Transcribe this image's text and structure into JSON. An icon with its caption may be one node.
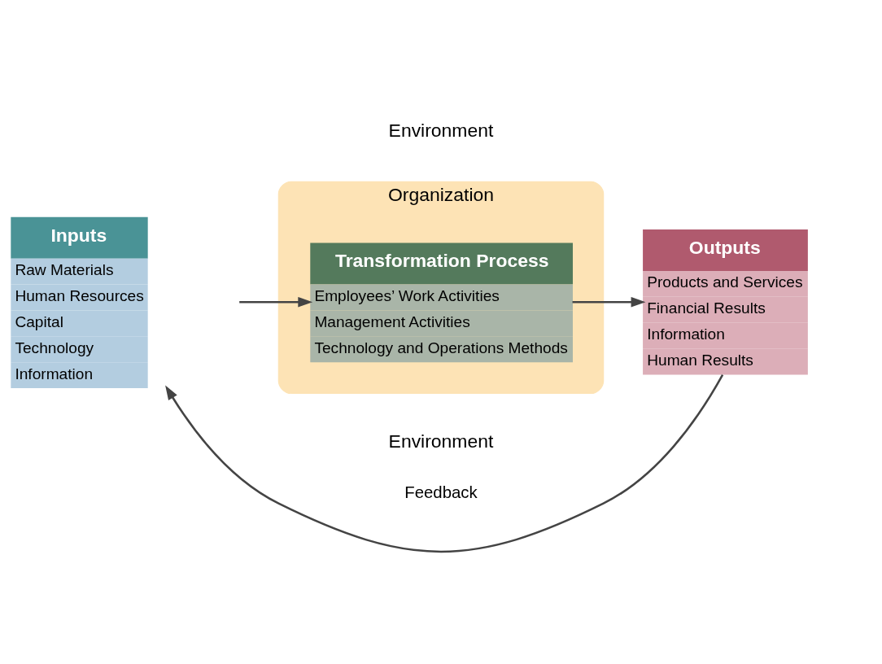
{
  "diagram": {
    "nodes": [
      {
        "text": [
          "Organization"
        ]
      },
      {
        "text": [
          "Inputs",
          "Raw Materials",
          "Human Resources",
          "Capital",
          "Technology",
          "Information"
        ]
      },
      {
        "text": [
          "Transformation Process",
          "Employees’ Work Activities",
          "Management Activities",
          "Technology and Operations Methods"
        ],
        "in": 0
      },
      {
        "text": [
          "Outputs",
          "Products and Services",
          "Financial Results",
          "Information",
          "Human Results"
        ]
      }
    ],
    "edges": [
      {
        "from": 1,
        "to": 2,
        "arrow": "to"
      },
      {
        "from": 2,
        "to": 3,
        "arrow": "to"
      },
      {
        "from": 3,
        "to": 1,
        "arrow": "to",
        "label": "Feedback"
      }
    ],
    "labels": [
      "Environment",
      "Environment"
    ]
  }
}
